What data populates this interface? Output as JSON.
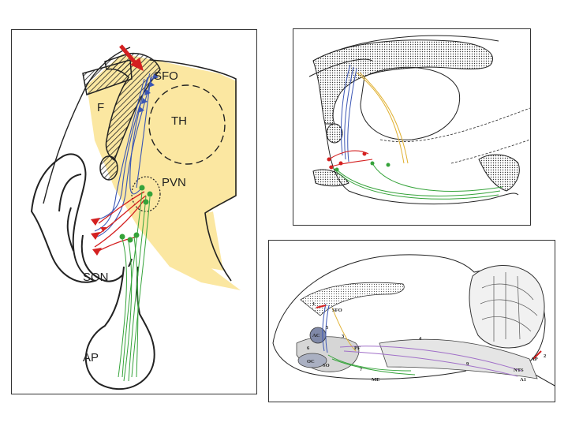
{
  "left_panel": {
    "labels": {
      "sfo": "SFO",
      "f": "F",
      "th": "TH",
      "pvn": "PVN",
      "son": "SON",
      "ap": "AP"
    }
  },
  "bottom_right_panel": {
    "labels": {
      "n1": "1",
      "n2": "2",
      "n3": "3",
      "n4": "4",
      "n5": "5",
      "n6": "6",
      "n7": "7",
      "n9": "9",
      "sfo": "SFO",
      "ac": "AC",
      "oc": "OC",
      "so": "SO",
      "pf": "PF",
      "me": "ME",
      "ap": "AP",
      "nts": "NTS",
      "a1": "A1"
    }
  },
  "colors": {
    "yellow_region": "#fbe7a1",
    "blue_pathway": "#3a55b4",
    "red_pathway": "#d42020",
    "green_pathway": "#35a33a",
    "gold_pathway": "#e0b030",
    "purple_pathway": "#a06fc8"
  }
}
